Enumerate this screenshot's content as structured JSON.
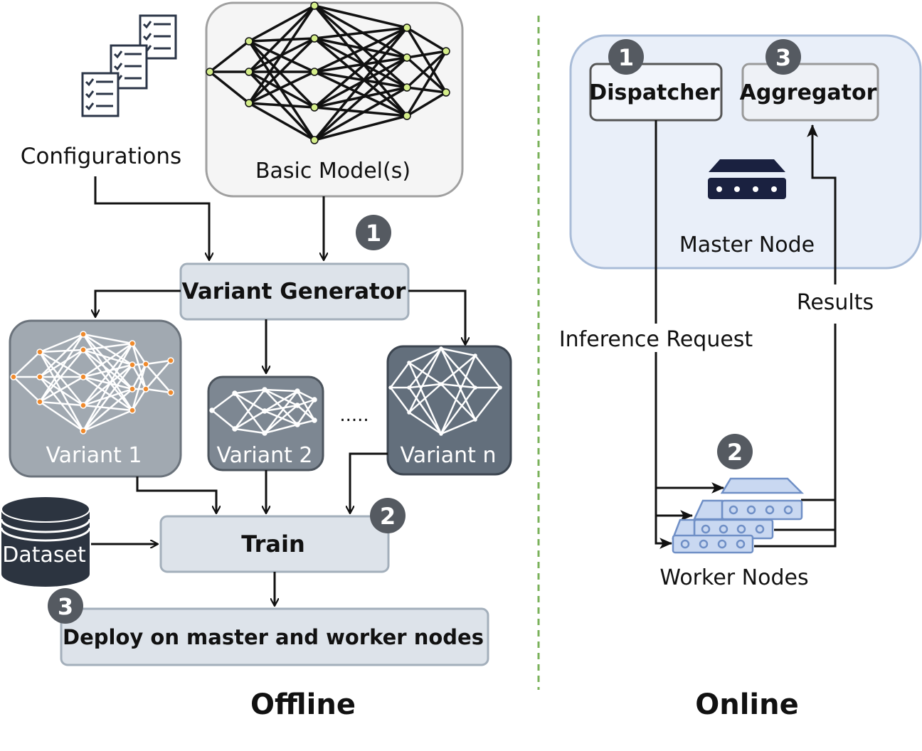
{
  "offline": {
    "section_label": "Offline",
    "configurations_label": "Configurations",
    "basic_model_label": "Basic Model(s)",
    "variant_generator_label": "Variant Generator",
    "variant_labels": [
      "Variant 1",
      "Variant 2",
      "Variant n"
    ],
    "ellipsis": ".....",
    "dataset_label": "Dataset",
    "train_label": "Train",
    "deploy_label": "Deploy on master and worker nodes",
    "badges": [
      "1",
      "2",
      "3"
    ]
  },
  "online": {
    "section_label": "Online",
    "dispatcher_label": "Dispatcher",
    "aggregator_label": "Aggregator",
    "master_node_label": "Master Node",
    "inference_request_label": "Inference Request",
    "results_label": "Results",
    "worker_nodes_label": "Worker Nodes",
    "badges": [
      "1",
      "2",
      "3"
    ]
  },
  "colors": {
    "badge": "#555a61",
    "box_fill": "#dde3ea",
    "box_stroke": "#a3afbb",
    "master_fill": "#e9eff9",
    "master_stroke": "#a9bcd8",
    "divider": "#7ab15a",
    "variant1": "#a1a9b1",
    "variant2": "#7d8792",
    "variantn": "#636f7c"
  }
}
